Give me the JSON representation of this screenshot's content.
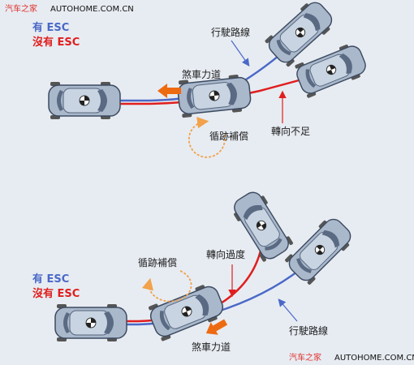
{
  "watermark_top": {
    "brand": "汽车之家",
    "site": "AUTOHOME.COM.CN"
  },
  "watermark_bottom": {
    "brand": "汽车之家",
    "site": "AUTOHOME.COM.CN"
  },
  "legend_top": {
    "with_esc": "有 ESC",
    "without_esc": "沒有 ESC"
  },
  "legend_bottom": {
    "with_esc": "有 ESC",
    "without_esc": "沒有 ESC"
  },
  "top_panel": {
    "path_label": "行駛路線",
    "brake_label": "煞車力道",
    "compensation_label": "循跡補償",
    "understeer_label": "轉向不足"
  },
  "bottom_panel": {
    "oversteer_label": "轉向過度",
    "compensation_label": "循跡補償",
    "path_label": "行駛路線",
    "brake_label": "煞車力道"
  },
  "colors": {
    "with_esc": "#4a68c8",
    "without_esc": "#e01e1e",
    "brake_arrow": "#ee6a10",
    "compensation": "#f2a24a",
    "car_body": "#aab8cc"
  }
}
